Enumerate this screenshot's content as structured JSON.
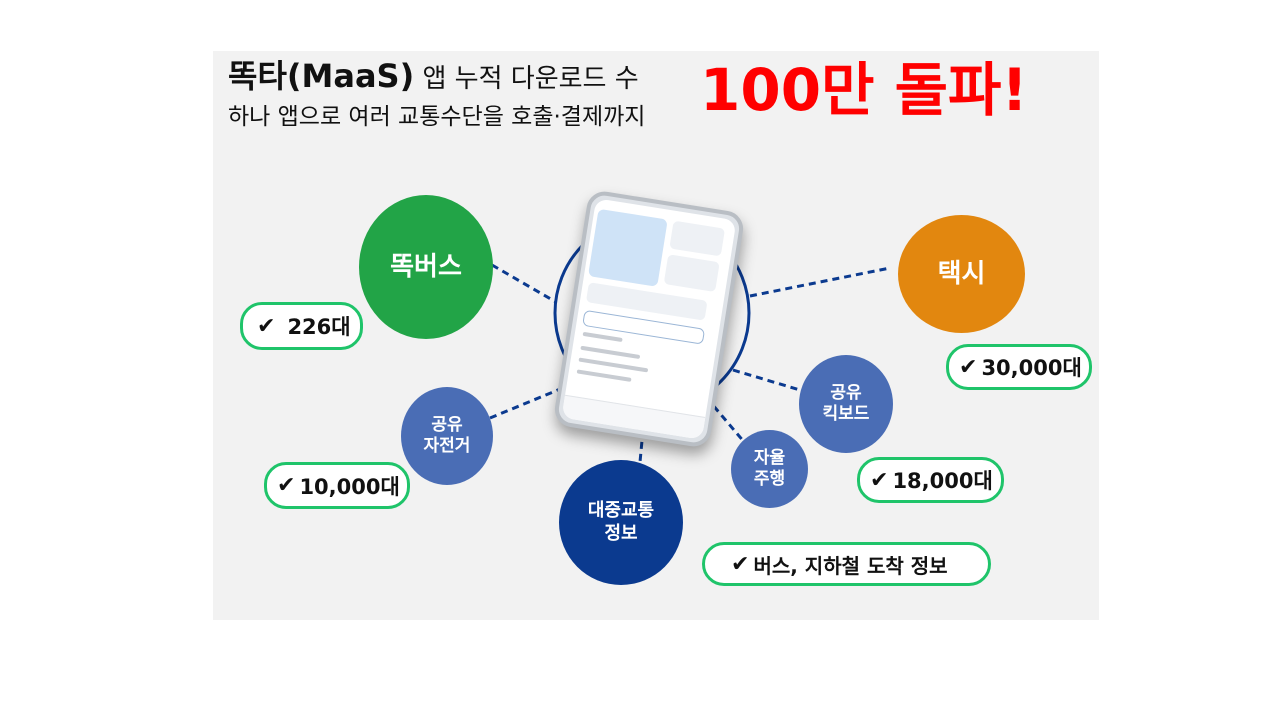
{
  "header": {
    "title_main": "똑타(MaaS)",
    "title_rest": " 앱 누적 다운로드 수",
    "subtitle": "하나 앱으로 여러 교통수단을 호출·결제까지",
    "headline": "100만 돌파!"
  },
  "nodes": {
    "bus": {
      "label": "똑버스",
      "color": "#22a447"
    },
    "taxi": {
      "label": "택시",
      "color": "#e2870f"
    },
    "bike": {
      "label_line1": "공유",
      "label_line2": "자전거",
      "color": "#4a6db5"
    },
    "kickboard": {
      "label_line1": "공유",
      "label_line2": "킥보드",
      "color": "#4a6db5"
    },
    "autonomous": {
      "label_line1": "자율",
      "label_line2": "주행",
      "color": "#4a6db5"
    },
    "transit": {
      "label_line1": "대중교통",
      "label_line2": "정보",
      "color": "#0b3a8f"
    }
  },
  "badges": {
    "bus": "226대",
    "taxi": "30,000대",
    "kickboard": "18,000대",
    "bike": "10,000대",
    "transit": "버스, 지하철 도착 정보"
  },
  "check_glyph": "✔",
  "colors": {
    "accent_red": "#ff0000",
    "badge_border": "#1fc46a",
    "connector": "#0b3a8f"
  }
}
